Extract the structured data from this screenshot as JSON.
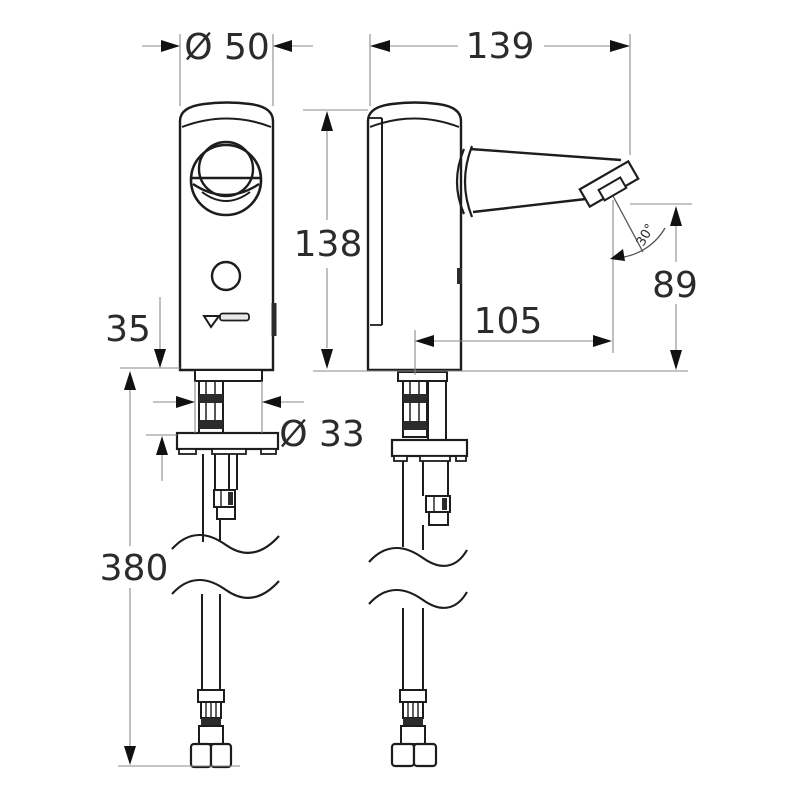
{
  "drawing": {
    "kind": "technical dimensional drawing, sensor basin tap, front and side view",
    "colors": {
      "background": "#ffffff",
      "part_outline": "#1d1d1d",
      "dimension_lines": "#8a8a8a",
      "text": "#2b2b2b"
    },
    "labels": {
      "body_diameter": "Ø 50",
      "total_depth": "139",
      "body_height": "138",
      "base_offset": "35",
      "hole_diameter": "Ø 33",
      "spout_reach": "105",
      "outlet_height": "89",
      "hose_length": "380",
      "outlet_angle": "30°"
    }
  }
}
